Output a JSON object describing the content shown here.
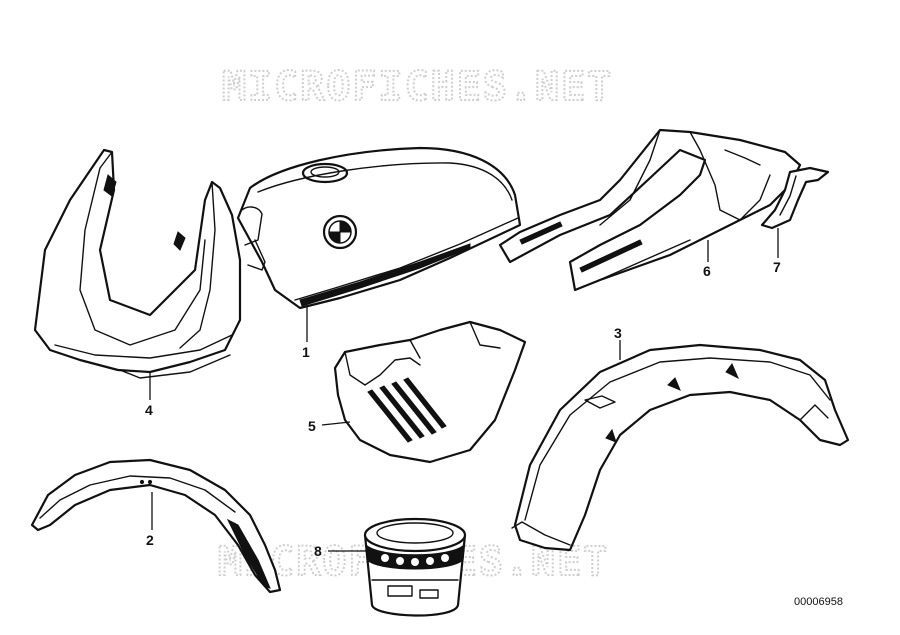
{
  "watermarks": {
    "top": "MICROFICHES.NET",
    "bottom": "MICROFICHES.NET"
  },
  "document_number": "00006958",
  "callouts": {
    "part_1": "1",
    "part_2": "2",
    "part_3": "3",
    "part_4": "4",
    "part_5": "5",
    "part_6": "6",
    "part_7": "7",
    "part_8": "8"
  },
  "icons": {
    "tank_badge": "bmw-roundel-icon"
  }
}
